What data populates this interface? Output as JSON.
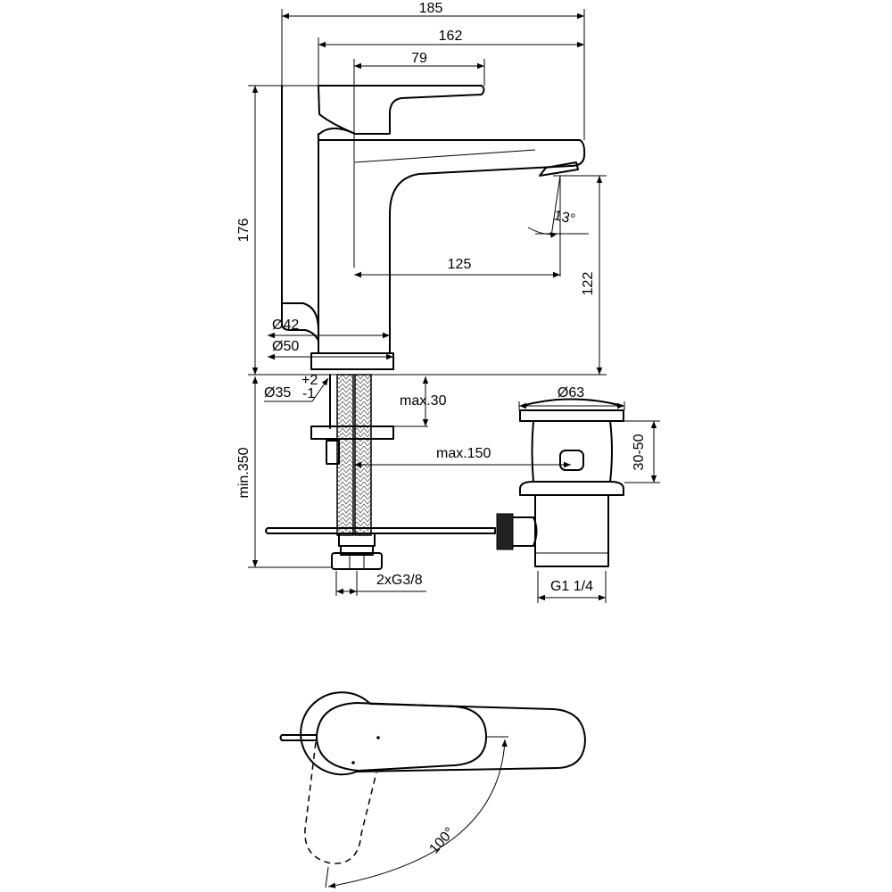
{
  "drawing": {
    "title": "Basin mixer technical drawing",
    "dimensions": {
      "total_length": "185",
      "spout_length": "162",
      "handle_length": "79",
      "total_height": "176",
      "spout_height": "122",
      "projection": "125",
      "spout_angle": "13°",
      "body_diameter": "Ø42",
      "base_diameter": "Ø50",
      "hole_diameter": "Ø35",
      "hole_tolerance_plus": "+2",
      "hole_tolerance_minus": "-1",
      "max_deck_thickness": "max.30",
      "waste_diameter": "Ø63",
      "waste_range": "30-50",
      "max_distance": "max.150",
      "min_hose_length": "min.350",
      "hose_connection": "2xG3/8",
      "waste_thread": "G1 1/4",
      "handle_rotation": "100°"
    }
  }
}
